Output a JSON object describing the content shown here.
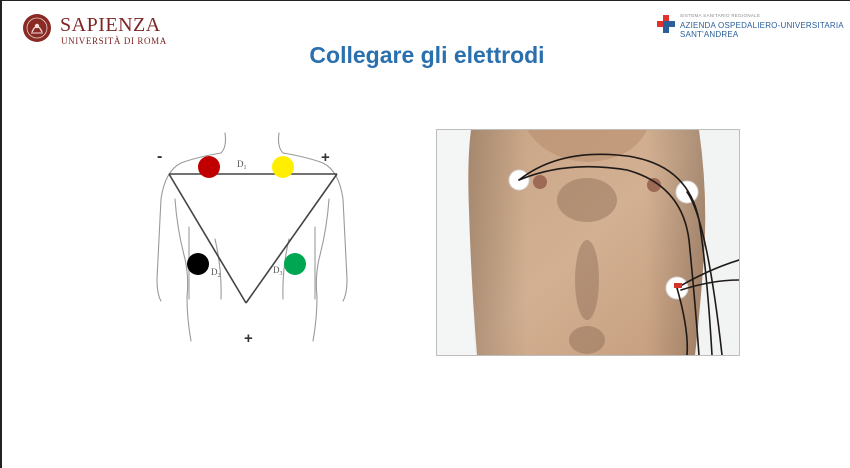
{
  "header": {
    "university_name": "SAPIENZA",
    "university_sub": "UNIVERSITÀ DI ROMA",
    "hospital_small": "SISTEMA SANITARIO REGIONALE",
    "hospital_line1": "AZIENDA OSPEDALIERO-UNIVERSITARIA",
    "hospital_line2": "SANT'ANDREA"
  },
  "slide": {
    "title": "Collegare gli elettrodi"
  },
  "diagram": {
    "minus_label": "-",
    "plus_right_label": "+",
    "plus_bottom_label": "+",
    "lead_d1": "D",
    "lead_d1_sub": "1",
    "lead_d2": "D",
    "lead_d2_sub": "2",
    "lead_d3": "D",
    "lead_d3_sub": "3",
    "electrode_colors": {
      "right_arm": "#c00000",
      "left_arm": "#ffee00",
      "right_leg": "#000000",
      "left_leg": "#00a651"
    }
  },
  "photo": {
    "subject": "chest-with-ecg-electrodes"
  }
}
